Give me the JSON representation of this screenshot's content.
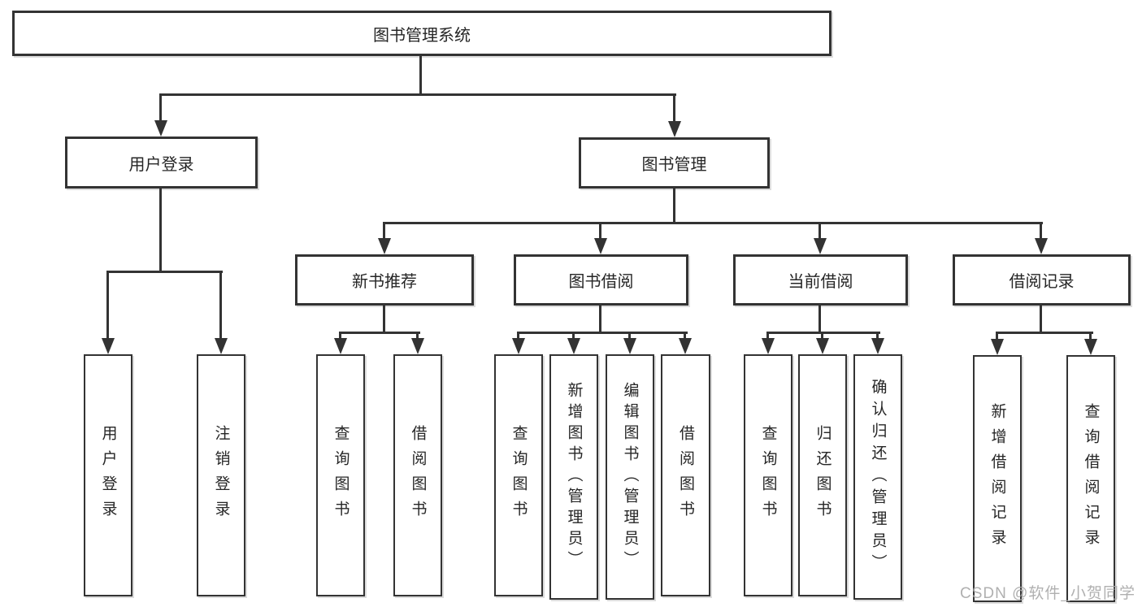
{
  "canvas": {
    "background": "#ffffff"
  },
  "colors": {
    "line": "#333333",
    "box_border": "#333333",
    "box_fill": "#ffffff",
    "text": "#262626",
    "watermark": "#a9a9a9"
  },
  "tree": {
    "root": {
      "label": "图书管理系统"
    },
    "level2": [
      {
        "label": "用户登录"
      },
      {
        "label": "图书管理"
      }
    ],
    "level3": [
      {
        "label": "新书推荐"
      },
      {
        "label": "图书借阅"
      },
      {
        "label": "当前借阅"
      },
      {
        "label": "借阅记录"
      }
    ],
    "leaves": {
      "user_login": [
        {
          "label": "用户登录"
        },
        {
          "label": "注销登录"
        }
      ],
      "new_book_recommend": [
        {
          "label": "查询图书"
        },
        {
          "label": "借阅图书"
        }
      ],
      "book_borrow": [
        {
          "label": "查询图书"
        },
        {
          "label": "新增图书（管理员）"
        },
        {
          "label": "编辑图书（管理员）"
        },
        {
          "label": "借阅图书"
        }
      ],
      "current_borrow": [
        {
          "label": "查询图书"
        },
        {
          "label": "归还图书"
        },
        {
          "label": "确认归还（管理员）"
        }
      ],
      "borrow_records": [
        {
          "label": "新增借阅记录"
        },
        {
          "label": "查询借阅记录"
        }
      ]
    }
  },
  "watermark": {
    "text": "CSDN @软件_小贺同学"
  }
}
